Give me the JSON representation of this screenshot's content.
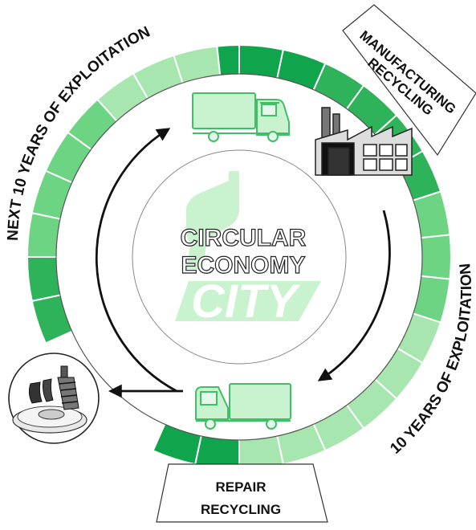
{
  "diagram": {
    "center": {
      "line1": "CIRCULAR",
      "line2": "ECONOMY",
      "logo_text": "CITY"
    },
    "stages": {
      "manufacturing": {
        "line1": "MANUFACTURING",
        "line2": "RECYCLING"
      },
      "repair": {
        "line1": "REPAIR",
        "line2": "RECYCLING"
      }
    },
    "arc_labels": {
      "first_period": "10 YEARS OF EXPLOITATION",
      "second_period": "NEXT 10 YEARS OF EXPLOITATION"
    },
    "icons": [
      "truck-icon",
      "factory-icon",
      "truck-icon",
      "brake-parts-icon"
    ],
    "colors": {
      "green_light": "#a8e6b0",
      "green_mid": "#6cd483",
      "green_dark": "#2fb35a",
      "green_darker": "#10a44c",
      "logo_green": "#c9f2cf",
      "outline": "#333333"
    }
  }
}
